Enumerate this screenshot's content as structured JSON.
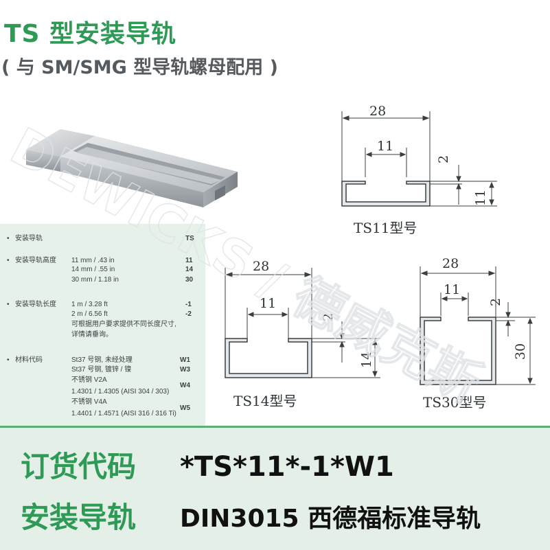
{
  "header": {
    "title": "TS 型安装导轨",
    "subtitle": "( 与 SM/SMG 型导轨螺母配用 )"
  },
  "specs": {
    "rail": {
      "label": "安装导轨",
      "code": "TS"
    },
    "height": {
      "label": "安装导轨高度",
      "options": [
        {
          "text": "11 mm / .43 in",
          "code": "11"
        },
        {
          "text": "14 mm / .55 in",
          "code": "14"
        },
        {
          "text": "30 mm / 1.18 in",
          "code": "30"
        }
      ]
    },
    "length": {
      "label": "安装导轨长度",
      "options": [
        {
          "text": "1 m / 3.28 ft",
          "code": "-1"
        },
        {
          "text": "2 m / 6.56 ft",
          "code": "-2"
        }
      ],
      "note_1": "可根据用户要求提供不同长度尺寸,",
      "note_2": "详情请垂询。"
    },
    "material": {
      "label": "材料代码",
      "lines": [
        {
          "text": "St37 号钢, 未经处理",
          "code": "W1"
        },
        {
          "text": "St37 号钢, 镀锌 / 镍",
          "code": "W3"
        },
        {
          "text": "不锈钢 V2A",
          "code": "W4"
        },
        {
          "text": "1.4301 / 1.4305 (AISI 304 / 303)",
          "code": ""
        },
        {
          "text": "不锈钢 V4A",
          "code": "W5"
        },
        {
          "text": "1.4401 / 1.4571 (AISI 316 / 316 Ti)",
          "code": ""
        }
      ]
    },
    "bullet": "•"
  },
  "diagrams": {
    "ts11": {
      "width": "28",
      "slot": "11",
      "thickness": "2",
      "height": "11",
      "caption": "TS11型号"
    },
    "ts14": {
      "width": "28",
      "slot": "11",
      "thickness": "2",
      "height": "14",
      "caption": "TS14型号"
    },
    "ts30": {
      "width": "28",
      "slot": "11",
      "thickness": "2",
      "height": "30",
      "caption": "TS30型号"
    }
  },
  "order": {
    "code_label": "订货代码",
    "code_value": "*TS*11*-1*W1",
    "rail_label": "安装导轨",
    "rail_value": "DIN3015 西德福标准导轨"
  },
  "watermark": "DEWICKS / 德威克斯",
  "colors": {
    "brand_green": "#2e9a56",
    "panel_bg": "#e6f1ea",
    "band_bg": "#e3efe7"
  }
}
